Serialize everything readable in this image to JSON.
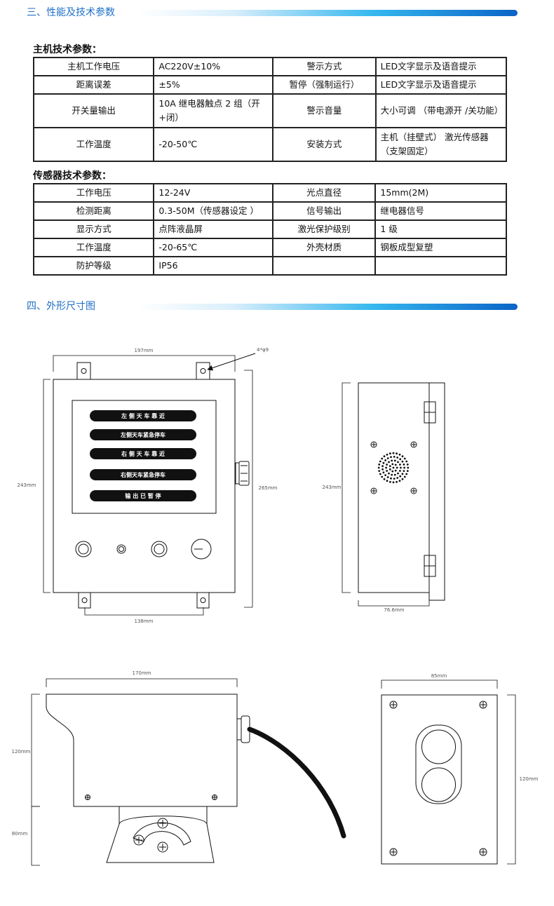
{
  "section3": {
    "title": "三、性能及技术参数"
  },
  "host": {
    "title": "主机技术参数：",
    "rows": [
      [
        "主机工作电压",
        "AC220V±10%",
        "警示方式",
        "LED文字显示及语音提示"
      ],
      [
        "距离误差",
        "±5%",
        "暂停（强制运行）",
        "LED文字显示及语音提示"
      ],
      [
        "开关量输出",
        "10A 继电器触点 2 组（开+闭）",
        "警示音量",
        "大小可调 （带电源开 /关功能）"
      ],
      [
        "工作温度",
        "-20-50℃",
        "安装方式",
        "主机（挂壁式） 激光传感器（支架固定）"
      ]
    ]
  },
  "sensor": {
    "title": "传感器技术参数：",
    "rows": [
      [
        "工作电压",
        "12-24V",
        "光点直径",
        "15mm(2M)"
      ],
      [
        "检测距离",
        "0.3-50M（传感器设定 ）",
        "信号输出",
        "继电器信号"
      ],
      [
        "显示方式",
        "点阵液晶屏",
        "激光保护级别",
        "1 级"
      ],
      [
        "工作温度",
        "-20-65℃",
        "外壳材质",
        "钢板成型复塑"
      ],
      [
        "防护等级",
        "IP56",
        "",
        ""
      ]
    ]
  },
  "section4": {
    "title": "四、外形尺寸图"
  },
  "drawing": {
    "front": {
      "width_label": "197mm",
      "hole_label": "4*φ9",
      "height_label": "243mm",
      "right_label": "265mm",
      "bottom_label": "138mm",
      "led_rows": [
        "左 侧 天 车 靠 近",
        "左侧天车紧急停车",
        "右 侧 天 车 靠 近",
        "右侧天车紧急停车",
        "输 出 已 暂 停"
      ]
    },
    "side": {
      "height_label": "243mm",
      "depth_label": "76.6mm"
    },
    "sensor_side": {
      "width_label": "170mm",
      "upper_label": "120mm",
      "lower_label": "80mm"
    },
    "sensor_front": {
      "width_label": "85mm",
      "height_label": "120mm"
    }
  },
  "colors": {
    "accent": "#1e6fc6",
    "bar_end": "#0a63c7",
    "bar_mid": "#35b7ee"
  }
}
